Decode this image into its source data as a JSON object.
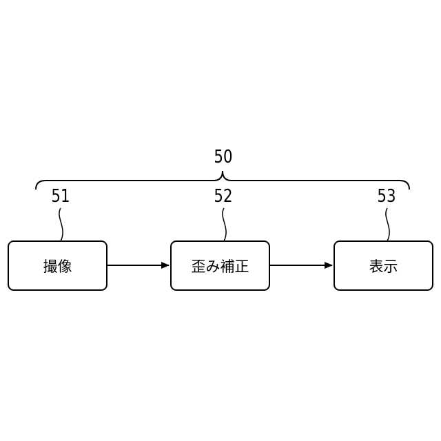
{
  "diagram": {
    "group_label": "50",
    "blocks": [
      {
        "ref": "51",
        "label": "撮像"
      },
      {
        "ref": "52",
        "label": "歪み補正"
      },
      {
        "ref": "53",
        "label": "表示"
      }
    ],
    "colors": {
      "line": "#000000",
      "background": "#ffffff"
    }
  }
}
